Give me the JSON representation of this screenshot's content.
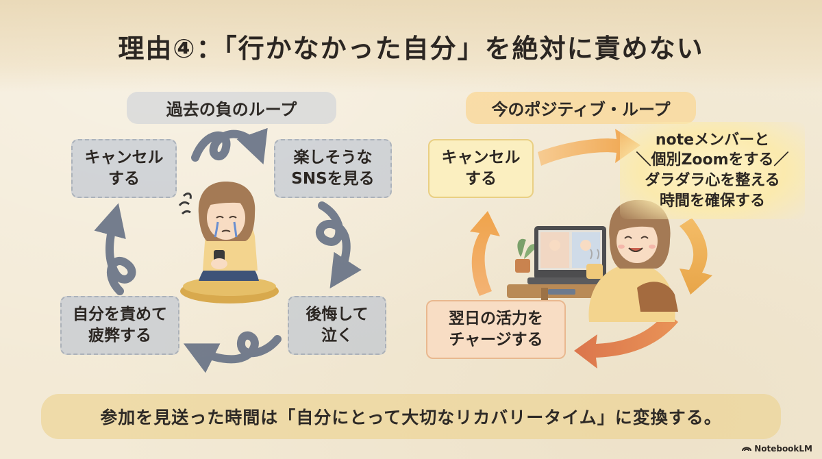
{
  "title": "理由④：「行かなかった自分」を絶対に責めない",
  "left_loop": {
    "heading": "過去の負のループ",
    "steps": [
      "キャンセル\nする",
      "楽しそうな\nSNSを見る",
      "後悔して\n泣く",
      "自分を責めて\n疲弊する"
    ]
  },
  "right_loop": {
    "heading": "今のポジティブ・ループ",
    "steps": [
      "キャンセル\nする",
      "noteメンバーと\n＼個別Zoomをする／\nダラダラ心を整える\n時間を確保する",
      "翌日の活力を\nチャージする"
    ]
  },
  "footer": "参加を見送った時間は「自分にとって大切なリカバリータイム」に変換する。",
  "brand": "NotebookLM",
  "colors": {
    "negative_arrow": "#5e6a80",
    "positive_arrow_orange": "#ef9c3c",
    "positive_arrow_red": "#d9693e",
    "highlight": "#f6d48a"
  }
}
